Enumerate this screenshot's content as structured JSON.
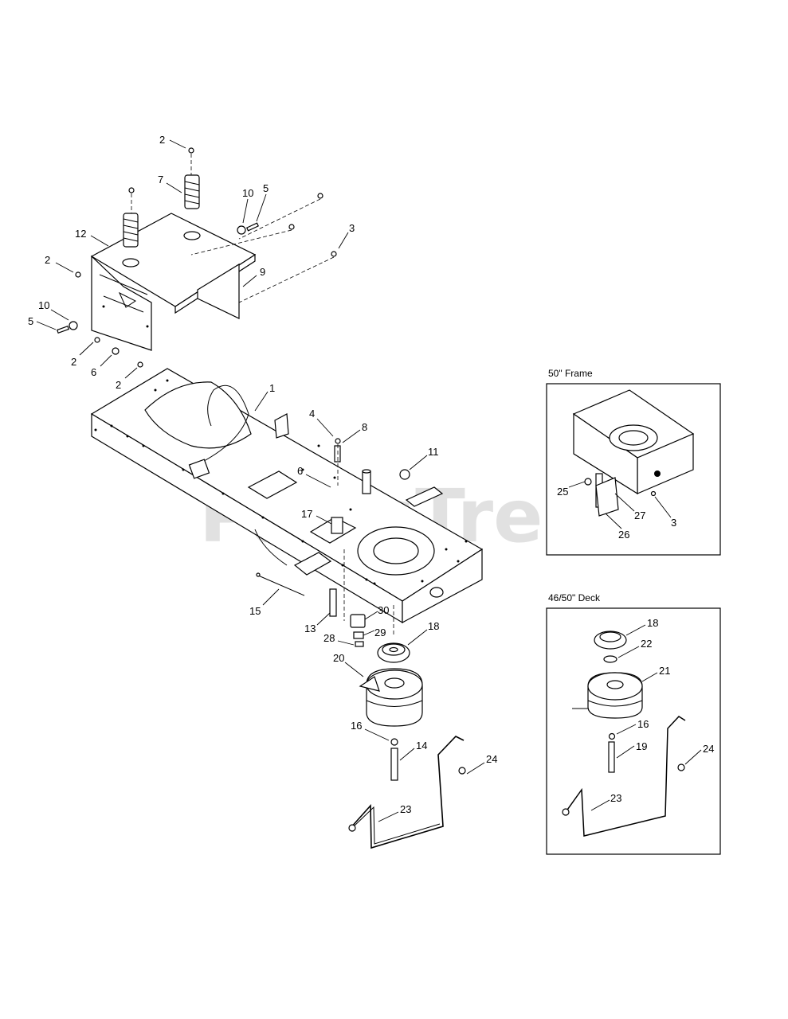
{
  "watermark": "PartsTree",
  "insets": {
    "frame50": {
      "title": "50\" Frame"
    },
    "deck4650": {
      "title": "46/50\" Deck"
    }
  },
  "callouts": {
    "c2a": "2",
    "c7": "7",
    "c10a": "10",
    "c5a": "5",
    "c12": "12",
    "c3a": "3",
    "c2b": "2",
    "c9": "9",
    "c10b": "10",
    "c5b": "5",
    "c2c": "2",
    "c6a": "6",
    "c2d": "2",
    "c1": "1",
    "c4": "4",
    "c8": "8",
    "c11": "11",
    "c6b": "6",
    "c17": "17",
    "c15": "15",
    "c13": "13",
    "c30": "30",
    "c29": "29",
    "c28": "28",
    "c18": "18",
    "c20": "20",
    "c16": "16",
    "c14": "14",
    "c24": "24",
    "c23": "23",
    "i25": "25",
    "i27": "27",
    "i3": "3",
    "i26": "26",
    "d18": "18",
    "d22": "22",
    "d21": "21",
    "d16": "16",
    "d19": "19",
    "d24": "24",
    "d23": "23"
  }
}
